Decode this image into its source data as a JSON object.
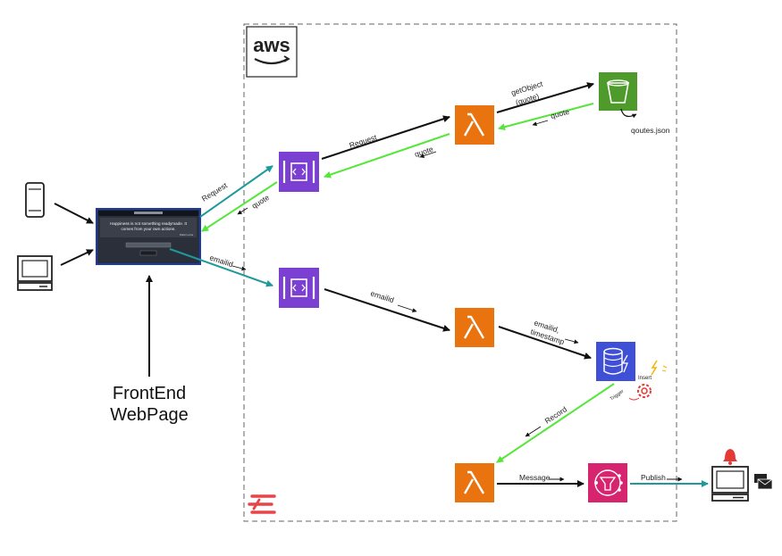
{
  "aws_logo_text": "aws",
  "frontend_label": [
    "FrontEnd",
    "WebPage"
  ],
  "webpage_quote": [
    "Happiness is not something readymade. It",
    "comes from your own actions."
  ],
  "webpage_author": "Dalai Lama",
  "file_label": "qoutes.json",
  "edges": {
    "request_browser": "Request",
    "quote_browser": "quote",
    "emailid_browser": "emailid",
    "request_api": "Request",
    "quote_api": "quote",
    "getobject": [
      "getObject",
      "(quote)"
    ],
    "quote_s3": "quote",
    "emailid_api": "emailid",
    "emailid_timestamp": [
      "emailid,",
      "timestamp"
    ],
    "insert": "Insert",
    "trigger": "Trigger",
    "record": "Record",
    "message": "Message",
    "publish": "Publish"
  },
  "colors": {
    "api_gateway": "#7b3fd1",
    "lambda": "#e8730f",
    "s3": "#4e9a2a",
    "dynamodb": "#3f4fd6",
    "sns": "#d6246e",
    "green_arrow": "#55e63a",
    "teal_arrow": "#1f9a9c",
    "bell": "#e53935",
    "brand_mark": "#e8454a"
  }
}
